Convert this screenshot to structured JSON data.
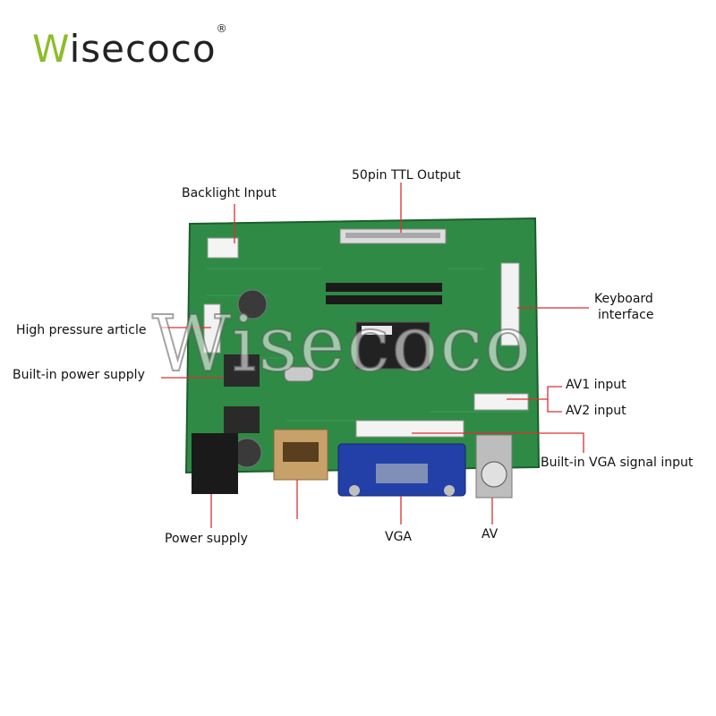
{
  "brand": {
    "logo_initial": "W",
    "logo_rest": "isecoco",
    "registered": "®",
    "logo_color": "#8cbd2b"
  },
  "watermark": "Wisecoco",
  "labels": {
    "backlight_input": "Backlight Input",
    "ttl_output": "50pin TTL Output",
    "keyboard_interface_line1": "Keyboard",
    "keyboard_interface_line2": "interface",
    "high_pressure_article": "High pressure article",
    "builtin_power_supply": "Built-in power supply",
    "av1_input": "AV1 input",
    "av2_input": "AV2 input",
    "builtin_vga_signal_input": "Built-in VGA signal input",
    "power_supply": "Power supply",
    "vga": "VGA",
    "av": "AV"
  },
  "colors": {
    "pcb": "#2f8a45",
    "pcb_dark": "#1f6e33",
    "callout_line": "#d93030",
    "vga_blue": "#2340a8"
  }
}
